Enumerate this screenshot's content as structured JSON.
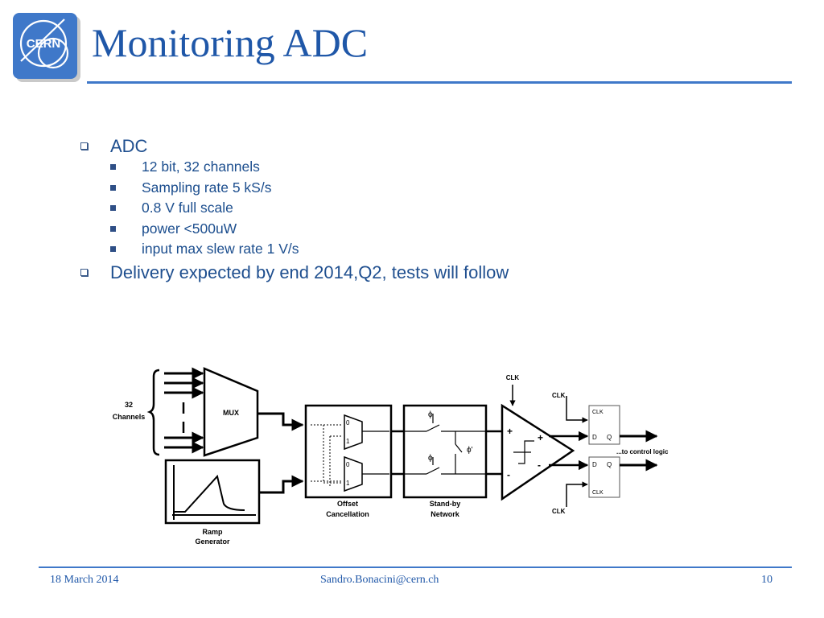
{
  "slide": {
    "title": "Monitoring ADC"
  },
  "logo": {
    "text": "CERN",
    "color": "#3f78c9"
  },
  "bullets": [
    {
      "text": "ADC",
      "sub": [
        "12 bit, 32 channels",
        "Sampling rate 5 kS/s",
        "0.8 V full scale",
        "power <500uW",
        "input max slew rate 1 V/s"
      ]
    },
    {
      "text": "Delivery expected by end 2014,Q2, tests will follow",
      "sub": []
    }
  ],
  "diagram": {
    "channels_label": [
      "32",
      "Channels"
    ],
    "mux_label": "MUX",
    "ramp_label": [
      "Ramp",
      "Generator"
    ],
    "offset_label": [
      "Offset",
      "Cancellation"
    ],
    "standby_label": [
      "Stand-by",
      "Network"
    ],
    "clk": "CLK",
    "d": "D",
    "q": "Q",
    "mux_in0": "0",
    "mux_in1": "1",
    "phi": "ϕ",
    "phi_prime": "ϕ'",
    "plus": "+",
    "minus": "-",
    "control_logic": "...to control logic"
  },
  "footer": {
    "date": "18 March 2014",
    "email": "Sandro.Bonacini@cern.ch",
    "page": "10"
  },
  "colors": {
    "title": "#1f57a8",
    "rule": "#3f78c9",
    "text": "#1f4f8f"
  }
}
